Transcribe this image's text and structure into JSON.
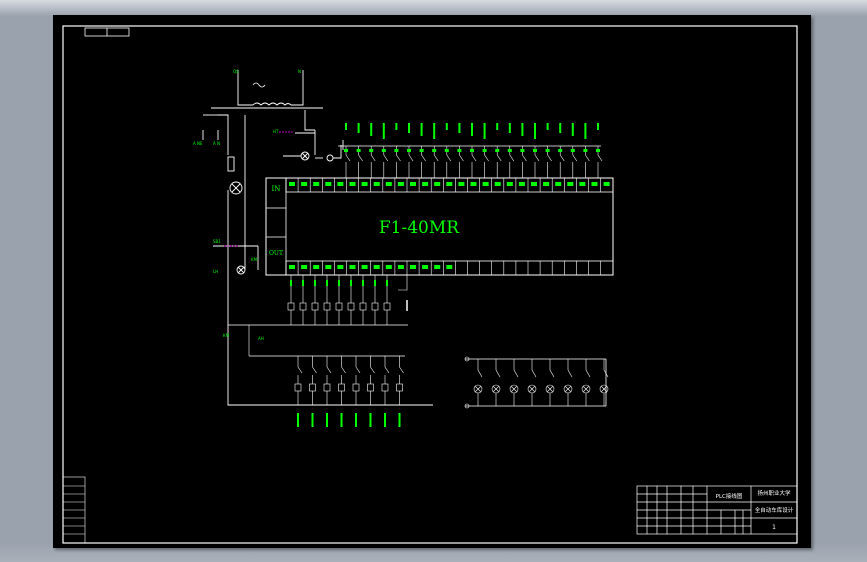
{
  "plc": {
    "model": "F1-40MR",
    "in_label": "IN",
    "out_label": "OUT"
  },
  "title_block": {
    "drawing_name": "PLC接线图",
    "university": "扬州职业大学",
    "project": "全自动车库设计",
    "sheet": "1"
  },
  "colors": {
    "background": "#000000",
    "frame": "#ffffff",
    "accent": "#00ff00",
    "secondary": "#ff00ff"
  }
}
